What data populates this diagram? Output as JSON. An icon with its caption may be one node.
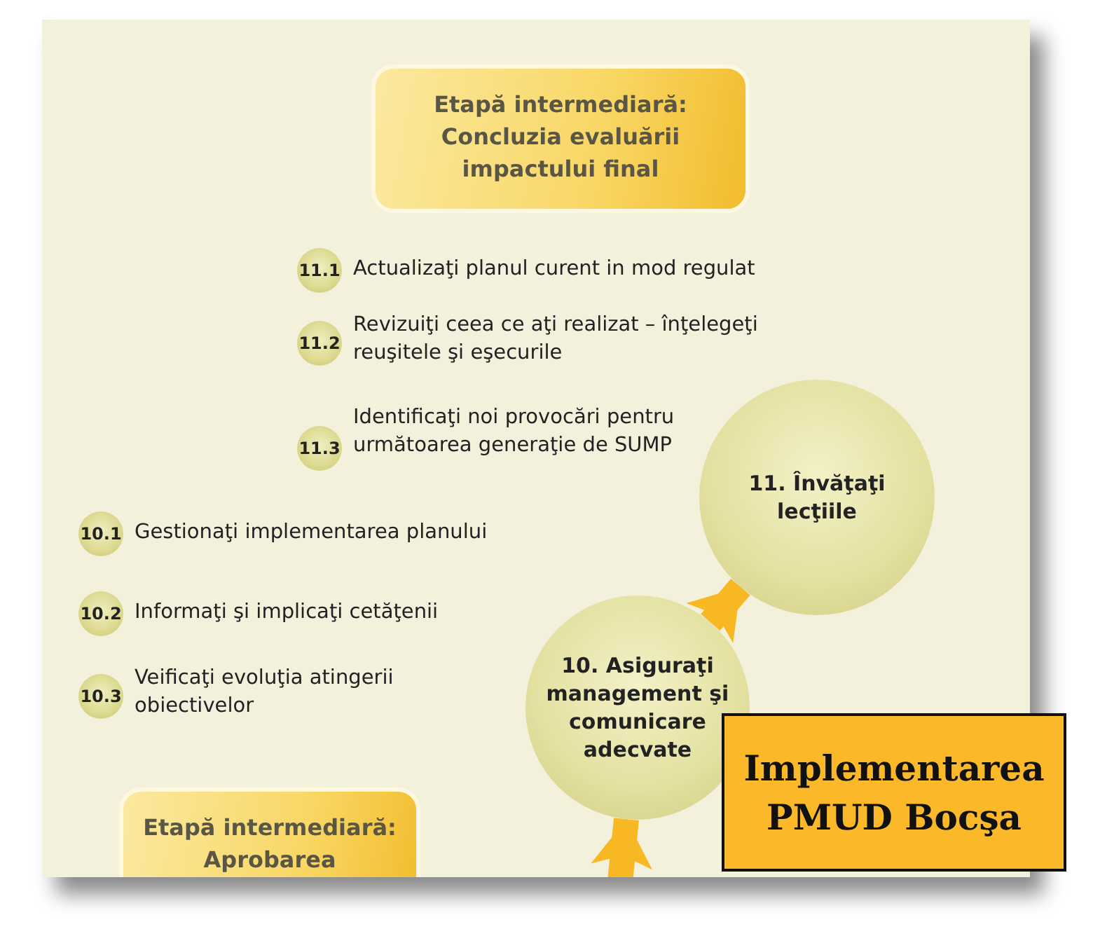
{
  "diagram": {
    "nodes": [
      {
        "text": [
          "Etapă intermediară: Concluzia evaluării impactului final"
        ]
      },
      {
        "text": [
          "11.1"
        ],
        "beside": [
          "Actualizaţi planul curent in mod regulat"
        ]
      },
      {
        "text": [
          "11.2"
        ],
        "beside": [
          "Revizuiţi ceea ce aţi realizat – înţelegeţi reuşitele şi eşecurile"
        ]
      },
      {
        "text": [
          "11.3"
        ],
        "beside": [
          "Identificaţi noi provocări pentru următoarea generaţie de SUMP"
        ]
      },
      {
        "text": [
          "10.1"
        ],
        "beside": [
          "Gestionaţi implementarea planului"
        ]
      },
      {
        "text": [
          "10.2"
        ],
        "beside": [
          "Informaţi şi implicaţi cetăţenii"
        ]
      },
      {
        "text": [
          "10.3"
        ],
        "beside": [
          "Veificaţi evoluţia atingerii obiectivelor"
        ]
      },
      {
        "text": [
          "11. Învăţaţi lecţiile"
        ]
      },
      {
        "text": [
          "10. Asiguraţi management şi comunicare adecvate"
        ]
      },
      {
        "text": [
          "Etapă intermediară: Aprobarea"
        ]
      },
      {
        "text": [
          "Implementarea PMUD Bocşa"
        ]
      }
    ],
    "edges": [
      {
        "from": 8,
        "to": 7,
        "arrow": "to"
      },
      {
        "from": null,
        "to": 8,
        "arrow": "to"
      }
    ]
  }
}
